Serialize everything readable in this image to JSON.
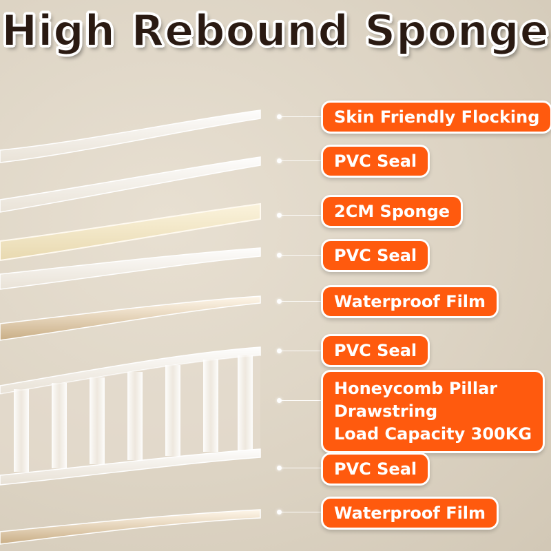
{
  "title": "High Rebound Sponge",
  "accent_color": "#ff5a0e",
  "labels": {
    "skin_flocking": "Skin Friendly Flocking",
    "pvc_seal_1": "PVC Seal",
    "sponge": "2CM Sponge",
    "pvc_seal_2": "PVC Seal",
    "waterproof_film_1": "Waterproof Film",
    "pvc_seal_3": "PVC Seal",
    "honeycomb": {
      "line1": "Honeycomb Pillar",
      "line2": "Drawstring",
      "line3": "Load Capacity 300KG"
    },
    "pvc_seal_4": "PVC Seal",
    "waterproof_film_2": "Waterproof Film"
  }
}
